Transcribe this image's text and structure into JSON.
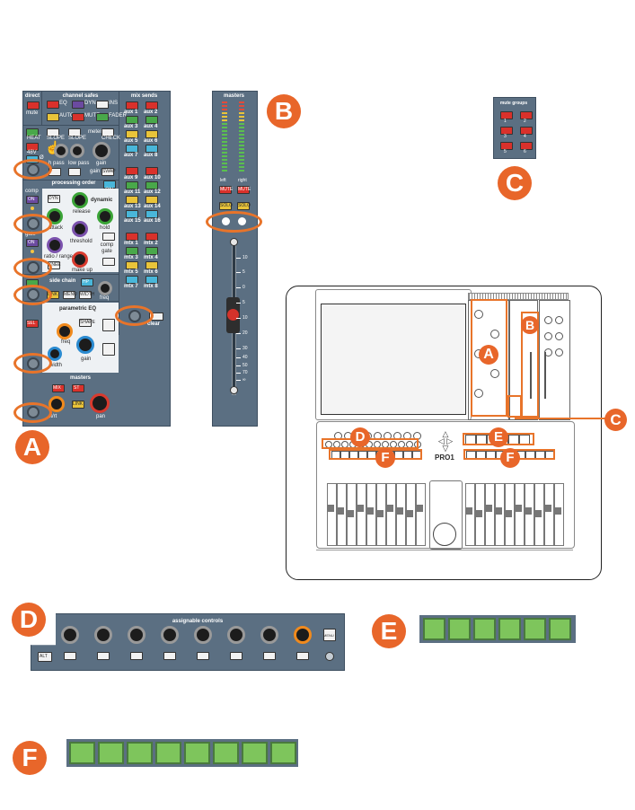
{
  "badges": {
    "a": "A",
    "b": "B",
    "c": "C",
    "d": "D",
    "e": "E",
    "f": "F"
  },
  "colors": {
    "accent": "#e8662a",
    "panel": "#5b6f82",
    "green_key": "#7ec55c"
  },
  "panel_a": {
    "direct": "direct",
    "mute": "mute",
    "channel_safes": "channel safes",
    "safe_buttons": [
      "EQ",
      "DYN",
      "INS",
      "AUTO",
      "MUTE",
      "FADER"
    ],
    "hpf_labels": [
      "SLOPE",
      "SLOPE",
      "CHECK"
    ],
    "hpf_side": [
      "HEAT",
      "48V",
      "Ø"
    ],
    "hpf_pass": [
      "h pass",
      "low pass"
    ],
    "meter": "meter",
    "gain": "gain",
    "gain_swap": "gain",
    "swap": "SWAP",
    "processing_order": "processing order",
    "proc_on": "ON",
    "comp": "comp",
    "gate": "gate",
    "on": "ON",
    "dynamic": "dynamic",
    "dyn_btns": [
      "DYN",
      "KNEE"
    ],
    "dyn_knobs": [
      "attack",
      "release",
      "threshold",
      "hold",
      "ratio / range",
      "make up"
    ],
    "comp_gate": "comp gate",
    "side_chain": "side chain",
    "sc_btns": [
      "LINK",
      "MENU",
      "WIDTH"
    ],
    "freq_sc": "freq",
    "sc_side": "HP",
    "parametric_eq": "parametric EQ",
    "eq_btn": "SHAPE",
    "eq_knobs": [
      "freq",
      "width",
      "gain"
    ],
    "eq_side": "SEL",
    "masters": "masters",
    "masters_btns": [
      "MIX",
      "ST",
      "LINK"
    ],
    "pan": "pan",
    "pan_sub": "lt/rt",
    "mix_sends": "mix sends",
    "mix_items": [
      "aux 1",
      "aux 2",
      "aux 3",
      "aux 4",
      "aux 5",
      "aux 6",
      "aux 7",
      "aux 8",
      "aux 9",
      "aux 10",
      "aux 11",
      "aux 12",
      "aux 13",
      "aux 14",
      "aux 15",
      "aux 16",
      "mtx 1",
      "mtx 2",
      "mtx 3",
      "mtx 4",
      "mtx 5",
      "mtx 6",
      "mtx 7",
      "mtx 8"
    ],
    "clear": "clear"
  },
  "panel_b": {
    "title": "masters",
    "left": "left",
    "right": "right",
    "mute": "MUTE",
    "solo": "SOLO",
    "scale": [
      "10",
      "5",
      "0",
      "5",
      "10",
      "20",
      "30",
      "40",
      "50",
      "70",
      "∞"
    ]
  },
  "panel_c": {
    "title": "mute groups",
    "buttons": [
      "1",
      "2",
      "3",
      "4",
      "5",
      "6"
    ]
  },
  "panel_d": {
    "title": "assignable controls",
    "alt": "ALT",
    "right_btn": "MENU"
  },
  "console": {
    "brand": "PRO1"
  }
}
